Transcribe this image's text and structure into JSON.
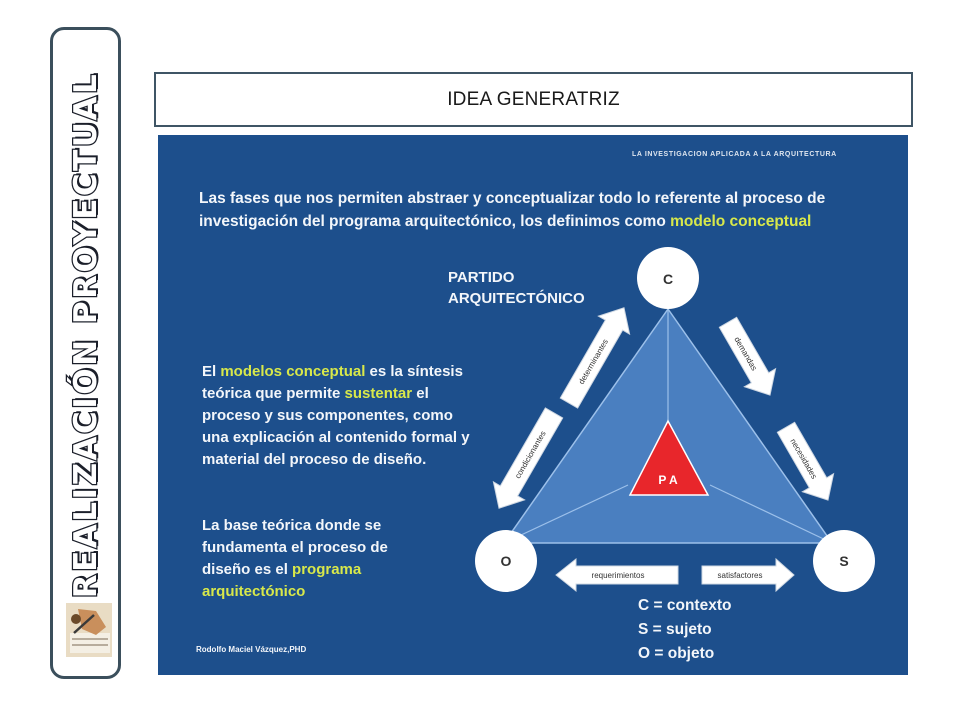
{
  "side_banner": {
    "text": "REALIZACIÓN PROYECTUAL"
  },
  "title": "IDEA GENERATRIZ",
  "slide": {
    "header": "LA INVESTIGACION  APLICADA A LA ARQUITECTURA",
    "intro_1": "Las fases que nos permiten abstraer y conceptualizar todo lo referente al proceso de investigación del programa arquitectónico, los definimos como ",
    "intro_hl": "modelo conceptual",
    "partido_1": "PARTIDO",
    "partido_2": "ARQUITECTÓNICO",
    "para1_a": "El ",
    "para1_hl1": "modelos conceptual",
    "para1_b": " es la síntesis teórica que permite ",
    "para1_hl2": "sustentar",
    "para1_c": " el proceso y sus componentes, como una explicación al contenido formal y material del proceso de diseño.",
    "para2_a": "La base teórica donde se fundamenta el proceso de diseño es el ",
    "para2_hl": "programa arquitectónico",
    "nodes": {
      "top": "C",
      "left": "O",
      "right": "S",
      "center": "P A"
    },
    "arrows": {
      "determinantes": "determinantes",
      "demandas": "demandas",
      "condicionantes": "condicionantes",
      "necesidades": "necesidades",
      "requerimientos": "requerimientos",
      "satisfactores": "satisfactores"
    },
    "legend": [
      "C = contexto",
      "S = sujeto",
      "O = objeto"
    ],
    "author": "Rodolfo Maciel Vázquez,PHD"
  },
  "colors": {
    "slide_bg": "#1d4f8c",
    "triangle": "#4a7fc0",
    "center": "#e8262b",
    "highlight": "#d8e84a"
  }
}
